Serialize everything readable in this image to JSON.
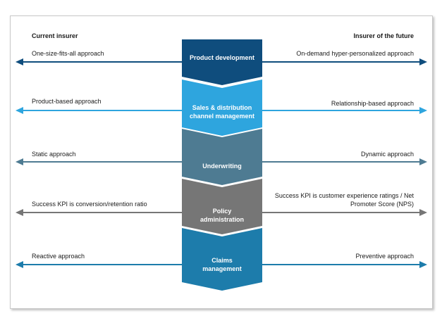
{
  "headers": {
    "left": "Current insurer",
    "right": "Insurer of the future"
  },
  "stages": [
    {
      "name": "Product development",
      "color": "#0f4d7d",
      "left": "One-size-fits-all approach",
      "right": "On-demand hyper-personalized approach"
    },
    {
      "name": "Sales & distribution channel management",
      "color": "#2ea5de",
      "left": "Product-based approach",
      "right": "Relationship-based approach"
    },
    {
      "name": "Underwriting",
      "color": "#4e7b92",
      "left": "Static approach",
      "right": "Dynamic approach"
    },
    {
      "name": "Policy administration",
      "color": "#767676",
      "left": "Success KPI is conversion/retention ratio",
      "right": "Success KPI is customer experience ratings / Net Promoter Score (NPS)"
    },
    {
      "name": "Claims management",
      "color": "#1d7cab",
      "left": "Reactive approach",
      "right": "Preventive approach"
    }
  ]
}
